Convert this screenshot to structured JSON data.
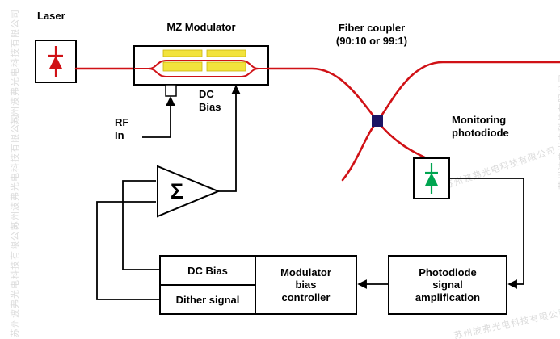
{
  "diagram": {
    "laser_label": "Laser",
    "mz_label": "MZ Modulator",
    "rf_label": "RF\nIn",
    "dc_bias_label": "DC\nBias",
    "coupler_label": "Fiber coupler\n(90:10 or 99:1)",
    "photodiode_label": "Monitoring\nphotodiode",
    "sum_symbol": "Σ",
    "box_dc_bias": "DC Bias",
    "box_dither": "Dither signal",
    "box_controller": "Modulator\nbias\ncontroller",
    "box_amplification": "Photodiode\nsignal\namplification"
  },
  "watermark_text": "苏州波弗光电科技有限公司",
  "colors": {
    "fiber_red": "#d01116",
    "electrode_yellow": "#f2e33c",
    "coupler_navy": "#1b1464",
    "photodiode_green": "#00a550"
  }
}
